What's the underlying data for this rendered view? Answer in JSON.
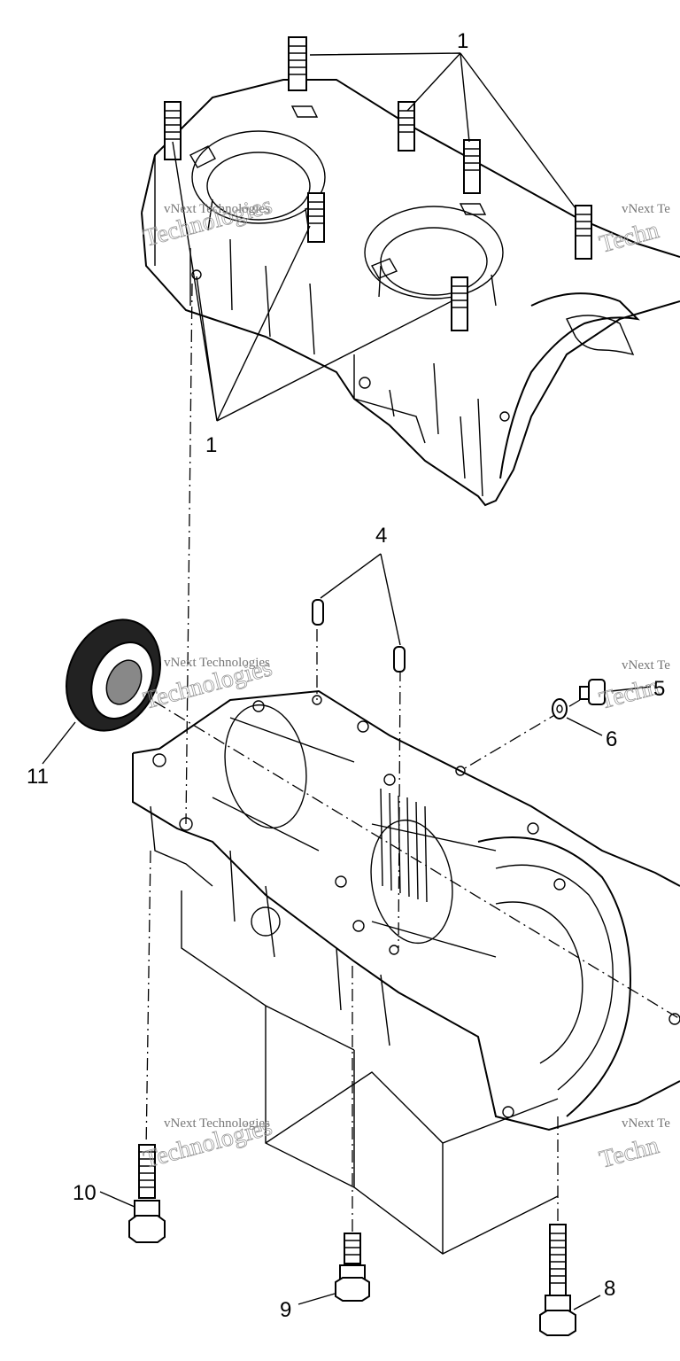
{
  "callouts": {
    "c1_top": "1",
    "c1_bottom": "1",
    "c4": "4",
    "c5": "5",
    "c6": "6",
    "c8": "8",
    "c9": "9",
    "c10": "10",
    "c11": "11"
  },
  "watermarks": [
    {
      "line1": "vNext Technologies",
      "line2": "Technologies"
    },
    {
      "line1": "vNext Technologies",
      "line2": "Technologies"
    },
    {
      "line1": "vNext Technologies",
      "line2": "Technologies"
    },
    {
      "line1": "vNext Te",
      "line2": "Techn"
    },
    {
      "line1": "vNext Te",
      "line2": "Techn"
    },
    {
      "line1": "vNext Te",
      "line2": "Techn"
    }
  ],
  "colors": {
    "ink": "#000000",
    "watermark": "#888888",
    "background": "#ffffff"
  }
}
